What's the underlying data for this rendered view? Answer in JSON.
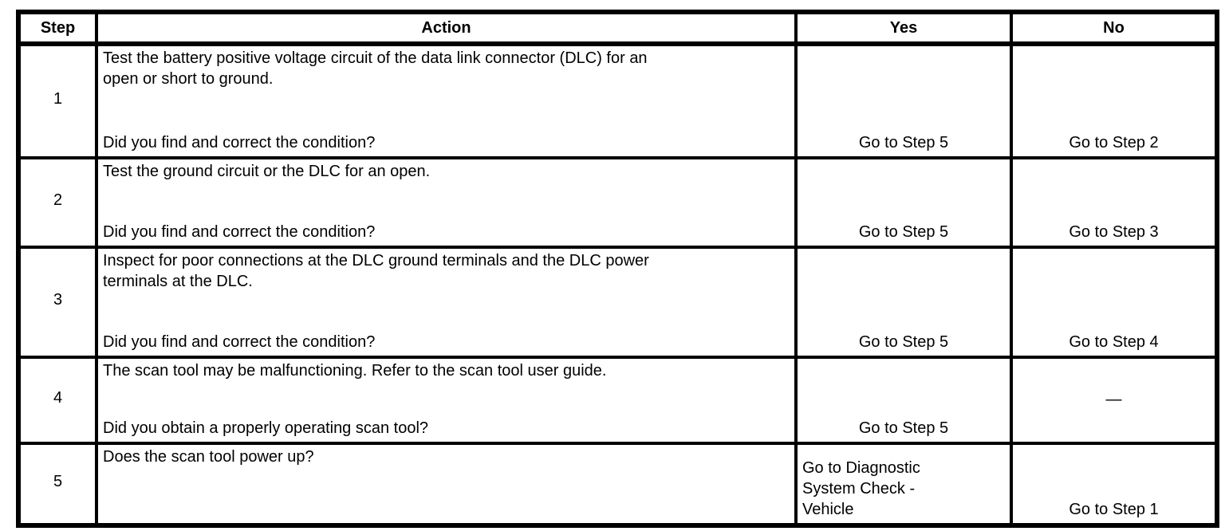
{
  "table": {
    "headers": {
      "step": "Step",
      "action": "Action",
      "yes": "Yes",
      "no": "No"
    },
    "rows": [
      {
        "step": "1",
        "action": "Test the battery positive voltage circuit of the data link connector (DLC) for an\nopen or short to ground.",
        "question": "Did you find and correct the condition?",
        "yes": "Go to Step 5",
        "no": "Go to Step 2"
      },
      {
        "step": "2",
        "action": "Test the ground circuit or the DLC for an open.",
        "question": "Did you find and correct the condition?",
        "yes": "Go to Step 5",
        "no": "Go to Step 3"
      },
      {
        "step": "3",
        "action": "Inspect for poor connections at the DLC ground terminals and the DLC power\nterminals at the DLC.",
        "question": "Did you find and correct the condition?",
        "yes": "Go to Step 5",
        "no": "Go to Step 4"
      },
      {
        "step": "4",
        "action": "The scan tool may be malfunctioning. Refer to the scan tool user guide.",
        "question": "Did you obtain a properly operating scan tool?",
        "yes": "Go to Step 5",
        "no": "—"
      },
      {
        "step": "5",
        "action": "Does the scan tool power up?",
        "question": "",
        "yes": "Go to Diagnostic\nSystem Check -\nVehicle",
        "no": "Go to Step 1"
      }
    ],
    "colors": {
      "border": "#000000",
      "text": "#000000",
      "background": "#ffffff"
    }
  }
}
